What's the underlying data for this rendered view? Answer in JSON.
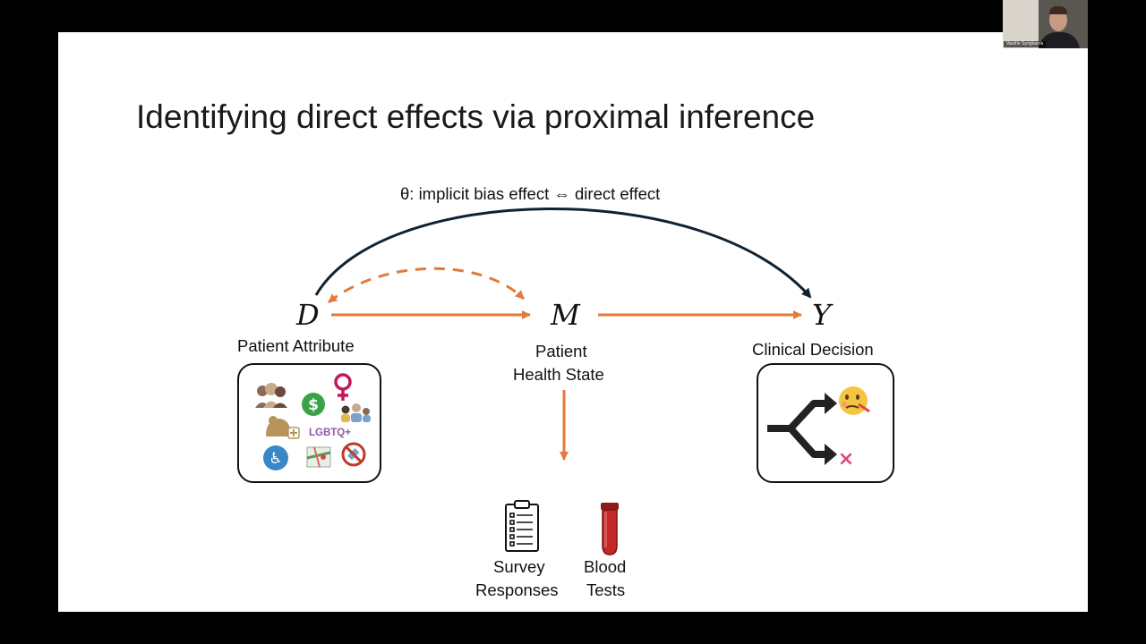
{
  "slide": {
    "title": "Identifying direct effects via proximal inference",
    "theta_label": "θ: implicit bias effect ⇔ direct effect"
  },
  "nodes": {
    "d": {
      "symbol": "D",
      "caption": "Patient Attribute"
    },
    "m": {
      "symbol": "M",
      "caption_line1": "Patient",
      "caption_line2": "Health State"
    },
    "y": {
      "symbol": "Y",
      "caption": "Clinical Decision"
    }
  },
  "attribute_icons": {
    "lgbtq_text": "LGBTQ+",
    "dollar_symbol": "$",
    "female_symbol": "♀",
    "wheelchair_symbol": "♿",
    "icons": [
      "people-group-icon",
      "dollar-icon",
      "female-icon",
      "family-icon",
      "elderly-icon",
      "lgbtq-icon",
      "wheelchair-icon",
      "map-icon",
      "no-vaccine-icon"
    ]
  },
  "decision_box": {
    "outcome_symbol": "×",
    "icons": [
      "branch-arrow-icon",
      "sick-face-icon",
      "cross-icon"
    ]
  },
  "proxies": {
    "survey_line1": "Survey",
    "survey_line2": "Responses",
    "blood_line1": "Blood",
    "blood_line2": "Tests"
  },
  "video": {
    "participant_name": "Vasilis Syrgkanis"
  },
  "colors": {
    "arrow_orange": "#e07b39",
    "arrow_dark": "#0f2233",
    "text": "#111111",
    "slide_bg": "#ffffff",
    "frame_bg": "#000000"
  }
}
